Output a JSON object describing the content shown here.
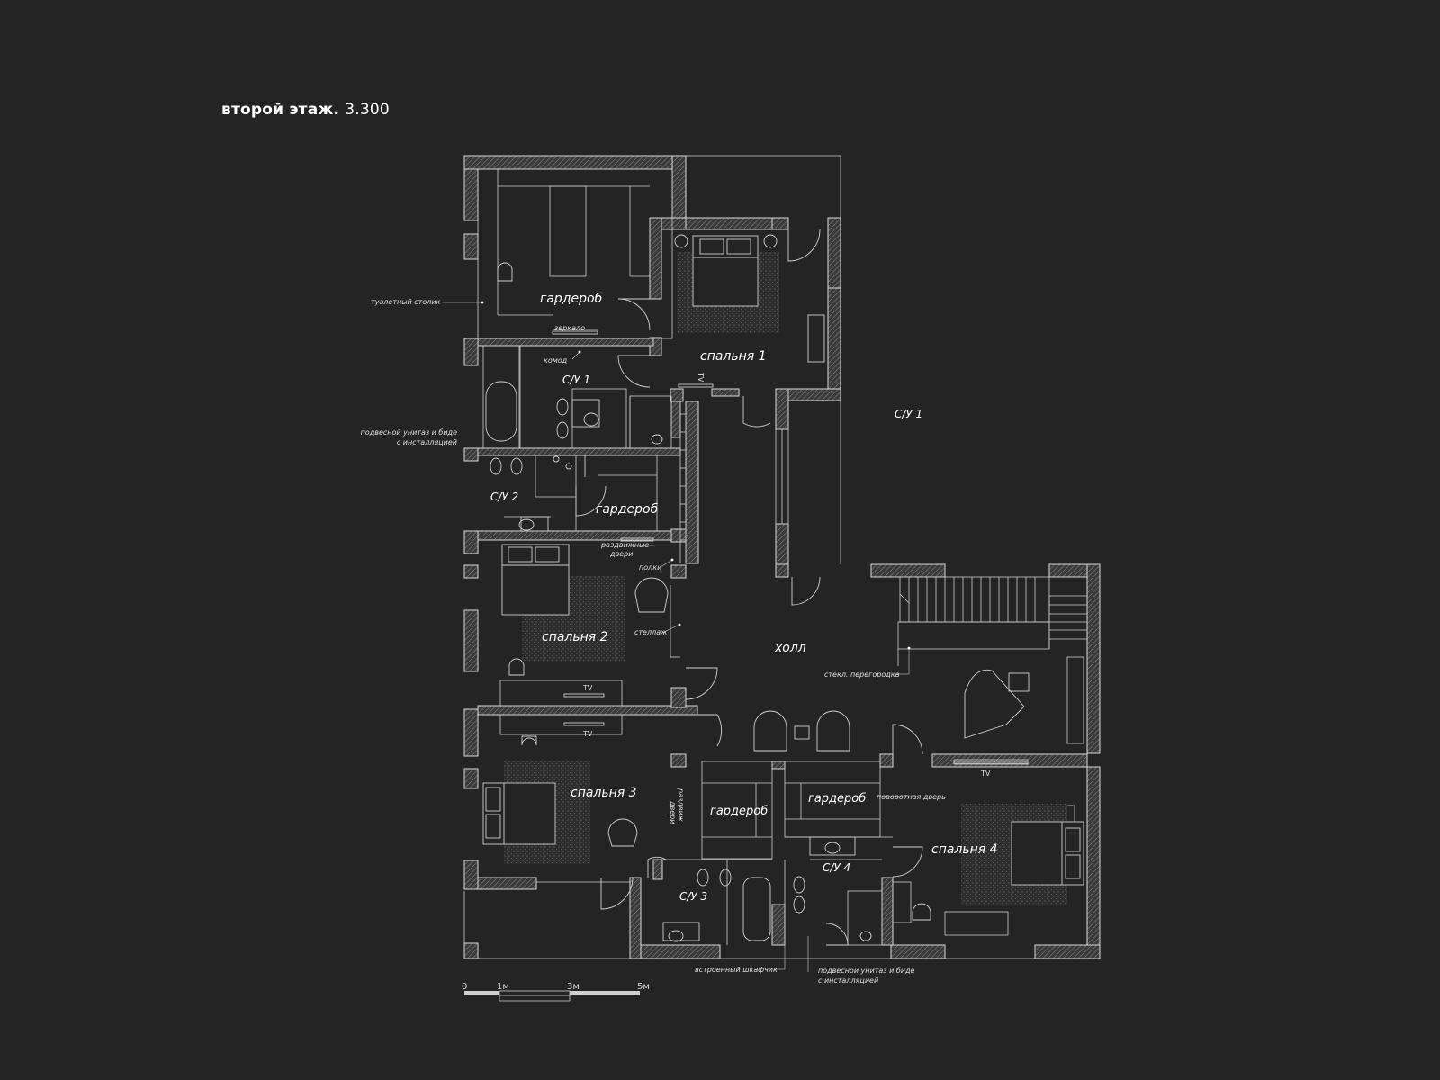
{
  "title": {
    "text": "второй этаж.",
    "level": "3.300"
  },
  "rooms": {
    "wardrobe_top": "гардероб",
    "bedroom1": "спальня 1",
    "bath1": "С/У 1",
    "bath1_outside": "С/У 1",
    "bath2": "С/У 2",
    "wardrobe_mid": "гардероб",
    "bedroom2": "спальня 2",
    "hall": "холл",
    "bedroom3": "спальня 3",
    "wardrobe_low1": "гардероб",
    "wardrobe_low2": "гардероб",
    "bath3": "С/У 3",
    "bath4": "С/У 4",
    "bedroom4": "спальня 4"
  },
  "notes": {
    "vanity": "туалетный столик",
    "mirror": "зеркало",
    "dresser": "комод",
    "toilet_left_1": "подвесной унитаз и биде",
    "toilet_left_2": "с инсталляцией",
    "sliding_1": "раздвижные",
    "sliding_2": "двери",
    "shelves": "полки",
    "rack": "стеллаж",
    "glass_partition": "стекл. перегородка",
    "sliding_vertical_1": "раздвиж.",
    "sliding_vertical_2": "двери",
    "pivot_door": "поворотная дверь",
    "cabinet": "встроенный шкафчик",
    "toilet_bottom_1": "подвесной унитаз и биде",
    "toilet_bottom_2": "с инсталляцией"
  },
  "tv_labels": {
    "bed1": "TV",
    "bed2": "TV",
    "bed3": "TV",
    "bed4": "TV"
  },
  "scale_bar": {
    "marks": [
      "0",
      "1м",
      "3м",
      "5м"
    ]
  }
}
